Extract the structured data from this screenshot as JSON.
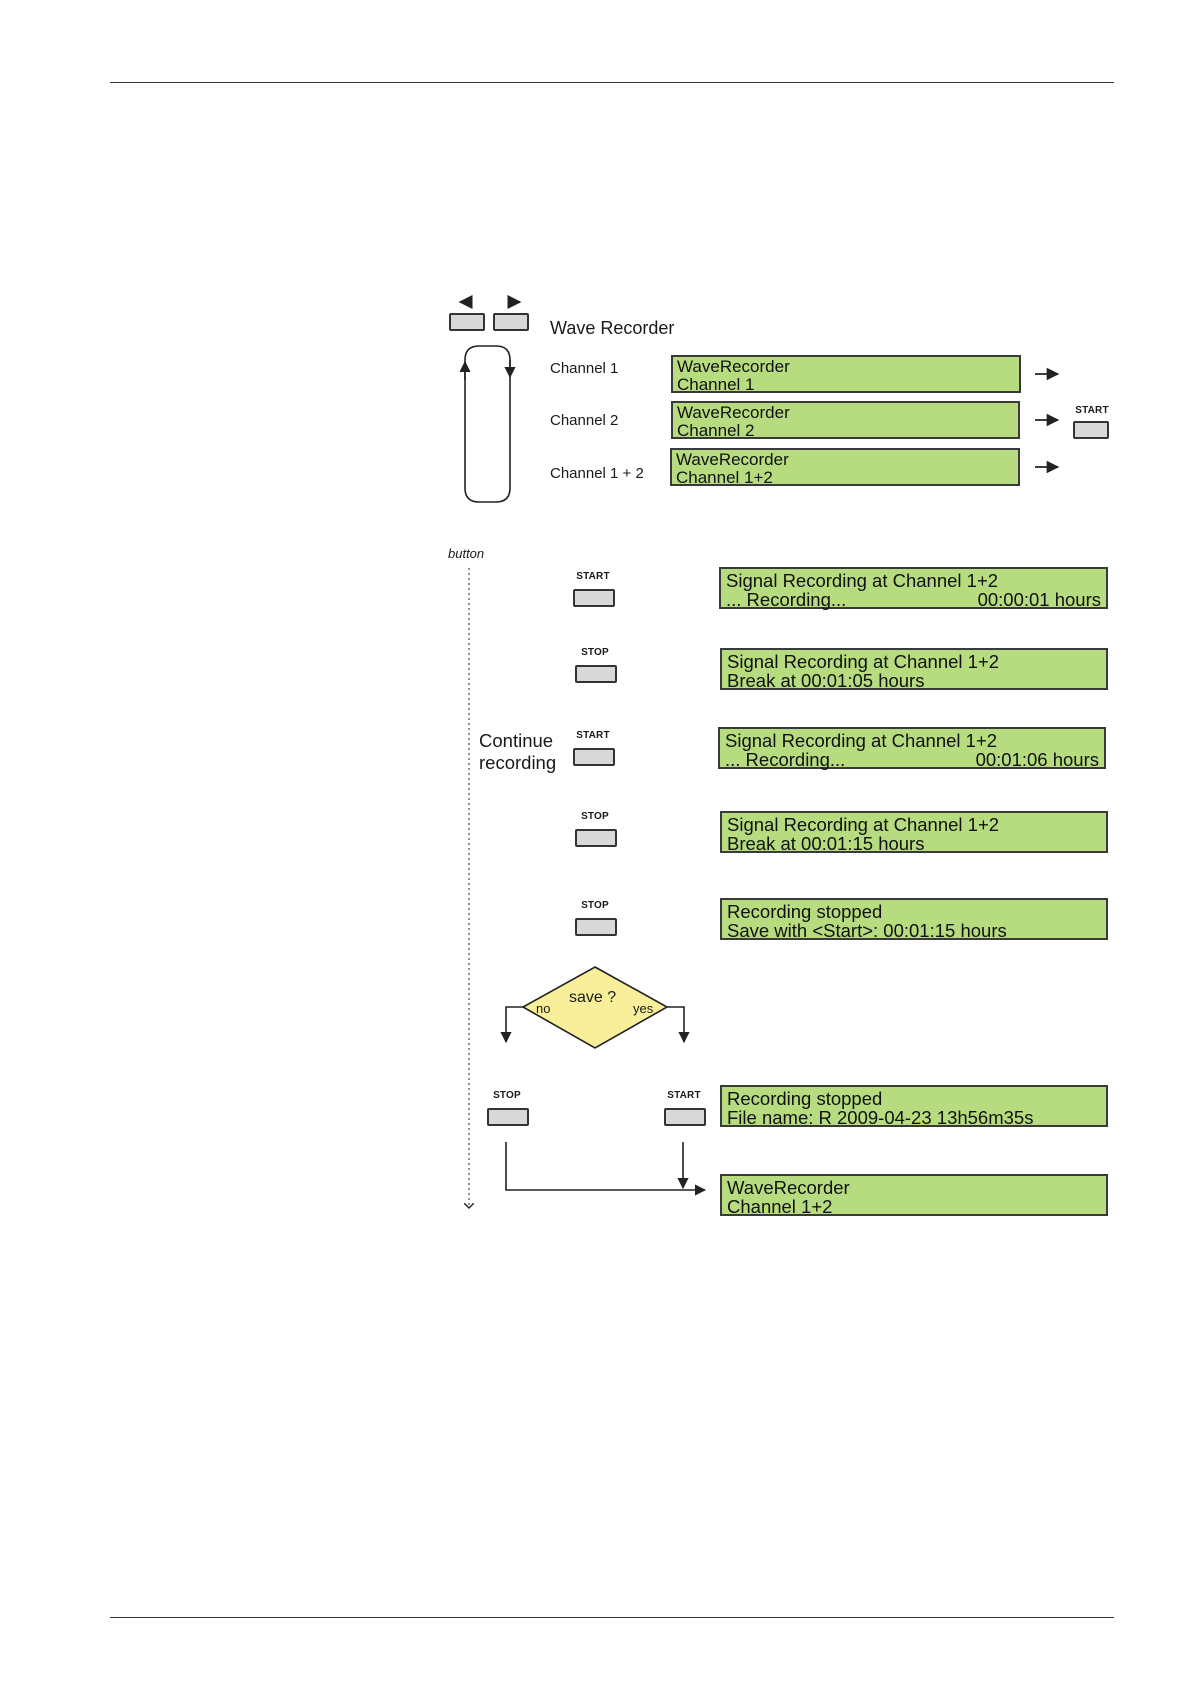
{
  "buttons": {
    "start": "START",
    "stop": "STOP"
  },
  "menu": {
    "title": "Wave Recorder",
    "channels": [
      {
        "label": "Channel 1",
        "lcd_line1": "WaveRecorder",
        "lcd_line2": "Channel 1"
      },
      {
        "label": "Channel 2",
        "lcd_line1": "WaveRecorder",
        "lcd_line2": "Channel 2"
      },
      {
        "label": "Channel 1 + 2",
        "lcd_line1": "WaveRecorder",
        "lcd_line2": "Channel 1+2"
      }
    ]
  },
  "sequence": {
    "axis_label": "button",
    "continue_label_1": "Continue",
    "continue_label_2": "recording",
    "steps": [
      {
        "line1": "Signal Recording at Channel 1+2",
        "line2a": "... Recording...",
        "line2b": "00:00:01 hours"
      },
      {
        "line1": "Signal Recording at Channel 1+2",
        "line2a": "Break at 00:01:05 hours",
        "line2b": ""
      },
      {
        "line1": "Signal Recording at Channel 1+2",
        "line2a": "... Recording...",
        "line2b": "00:01:06 hours"
      },
      {
        "line1": "Signal Recording at Channel 1+2",
        "line2a": "Break at 00:01:15 hours",
        "line2b": ""
      },
      {
        "line1": "Recording stopped",
        "line2a": "Save with <Start>: 00:01:15 hours",
        "line2b": ""
      }
    ],
    "decision": {
      "question": "save ?",
      "no": "no",
      "yes": "yes"
    },
    "saved": {
      "line1": "Recording stopped",
      "line2": "File name: R 2009-04-23  13h56m35s"
    },
    "final": {
      "line1": "WaveRecorder",
      "line2": "Channel 1+2"
    }
  }
}
